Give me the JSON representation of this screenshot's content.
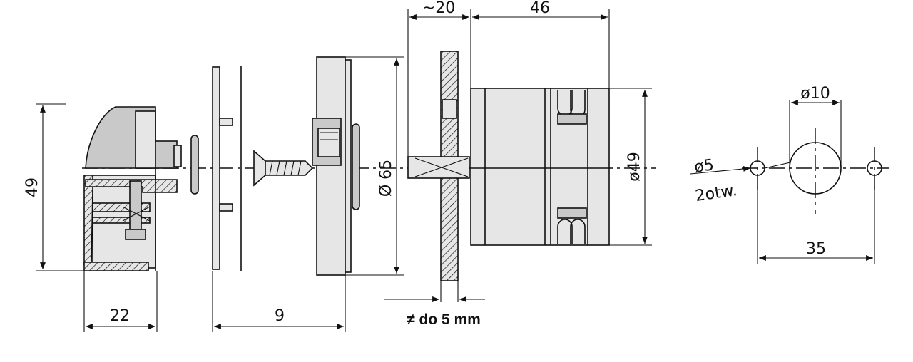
{
  "diagram": {
    "dimensions": {
      "knob_height": "49",
      "knob_depth": "22",
      "plate_gap": "9",
      "plate_diameter": "Ø 65",
      "panel_gap": "~20",
      "switch_length": "46",
      "switch_diameter": "ø49",
      "panel_thickness": "≠ do 5 mm",
      "center_hole_diameter": "ø10",
      "fixing_hole_diameter": "ø5",
      "fixing_hole_count": "2otw.",
      "hole_spacing": "35"
    }
  }
}
